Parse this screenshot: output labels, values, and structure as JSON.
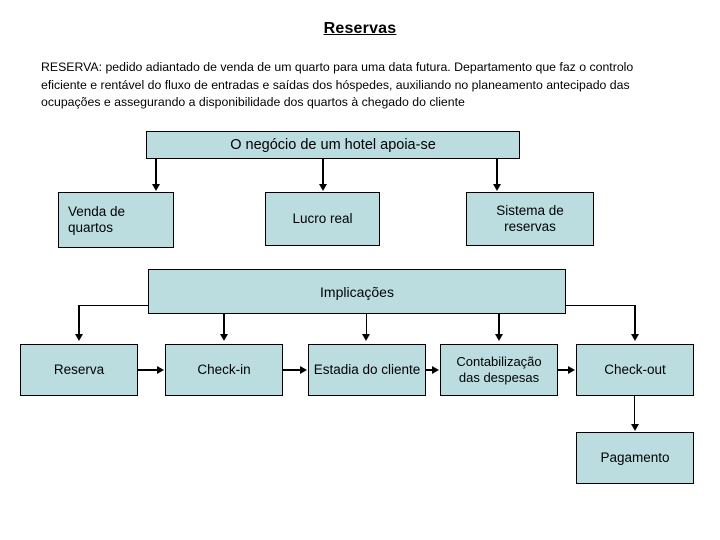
{
  "document": {
    "title": "Reservas",
    "intro_paragraph": "RESERVA: pedido adiantado de venda de um quarto para uma data futura. Departamento que faz o controlo eficiente e rentável do fluxo de entradas e saídas dos hóspedes, auxiliando no planeamento antecipado das ocupações e assegurando a disponibilidade dos quartos à chegado do cliente"
  },
  "theme": {
    "node_fill": "#bbdde0",
    "node_border": "#000000",
    "text_color": "#000000",
    "page_background": "#ffffff"
  },
  "diagram": {
    "root": {
      "label": "O negócio de um hotel apoia-se"
    },
    "pillars": [
      {
        "label": "Venda de quartos"
      },
      {
        "label": "Lucro real"
      },
      {
        "label": "Sistema de reservas"
      }
    ],
    "implications": {
      "label": "Implicações"
    },
    "process_steps": [
      {
        "label": "Reserva"
      },
      {
        "label": "Check-in"
      },
      {
        "label": "Estadia do cliente"
      },
      {
        "label": "Contabilização das despesas"
      },
      {
        "label": "Check-out"
      }
    ],
    "final_step": {
      "label": "Pagamento"
    }
  }
}
